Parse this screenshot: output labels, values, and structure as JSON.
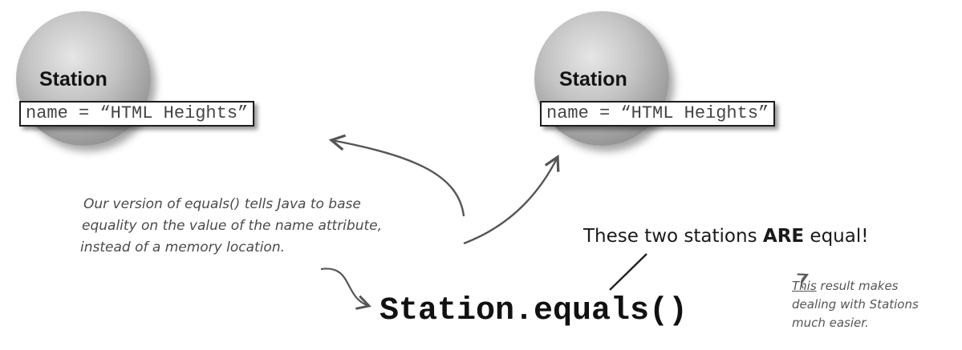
{
  "objects": [
    {
      "title": "Station",
      "attribute": "name = “HTML Heights”"
    },
    {
      "title": "Station",
      "attribute": "name = “HTML Heights”"
    }
  ],
  "annotation": {
    "lines": [
      "Our version of equals() tells Java to base",
      "equality on the value of the name attribute,",
      "instead of a memory location."
    ]
  },
  "headline": {
    "before": "These two stations ",
    "emphasis": "ARE",
    "after": " equal!"
  },
  "method_call": "Station.equals()",
  "side_note": {
    "underlined_word": "This",
    "first_line_rest": " result makes",
    "lines": [
      "dealing with Stations",
      "much easier."
    ]
  }
}
